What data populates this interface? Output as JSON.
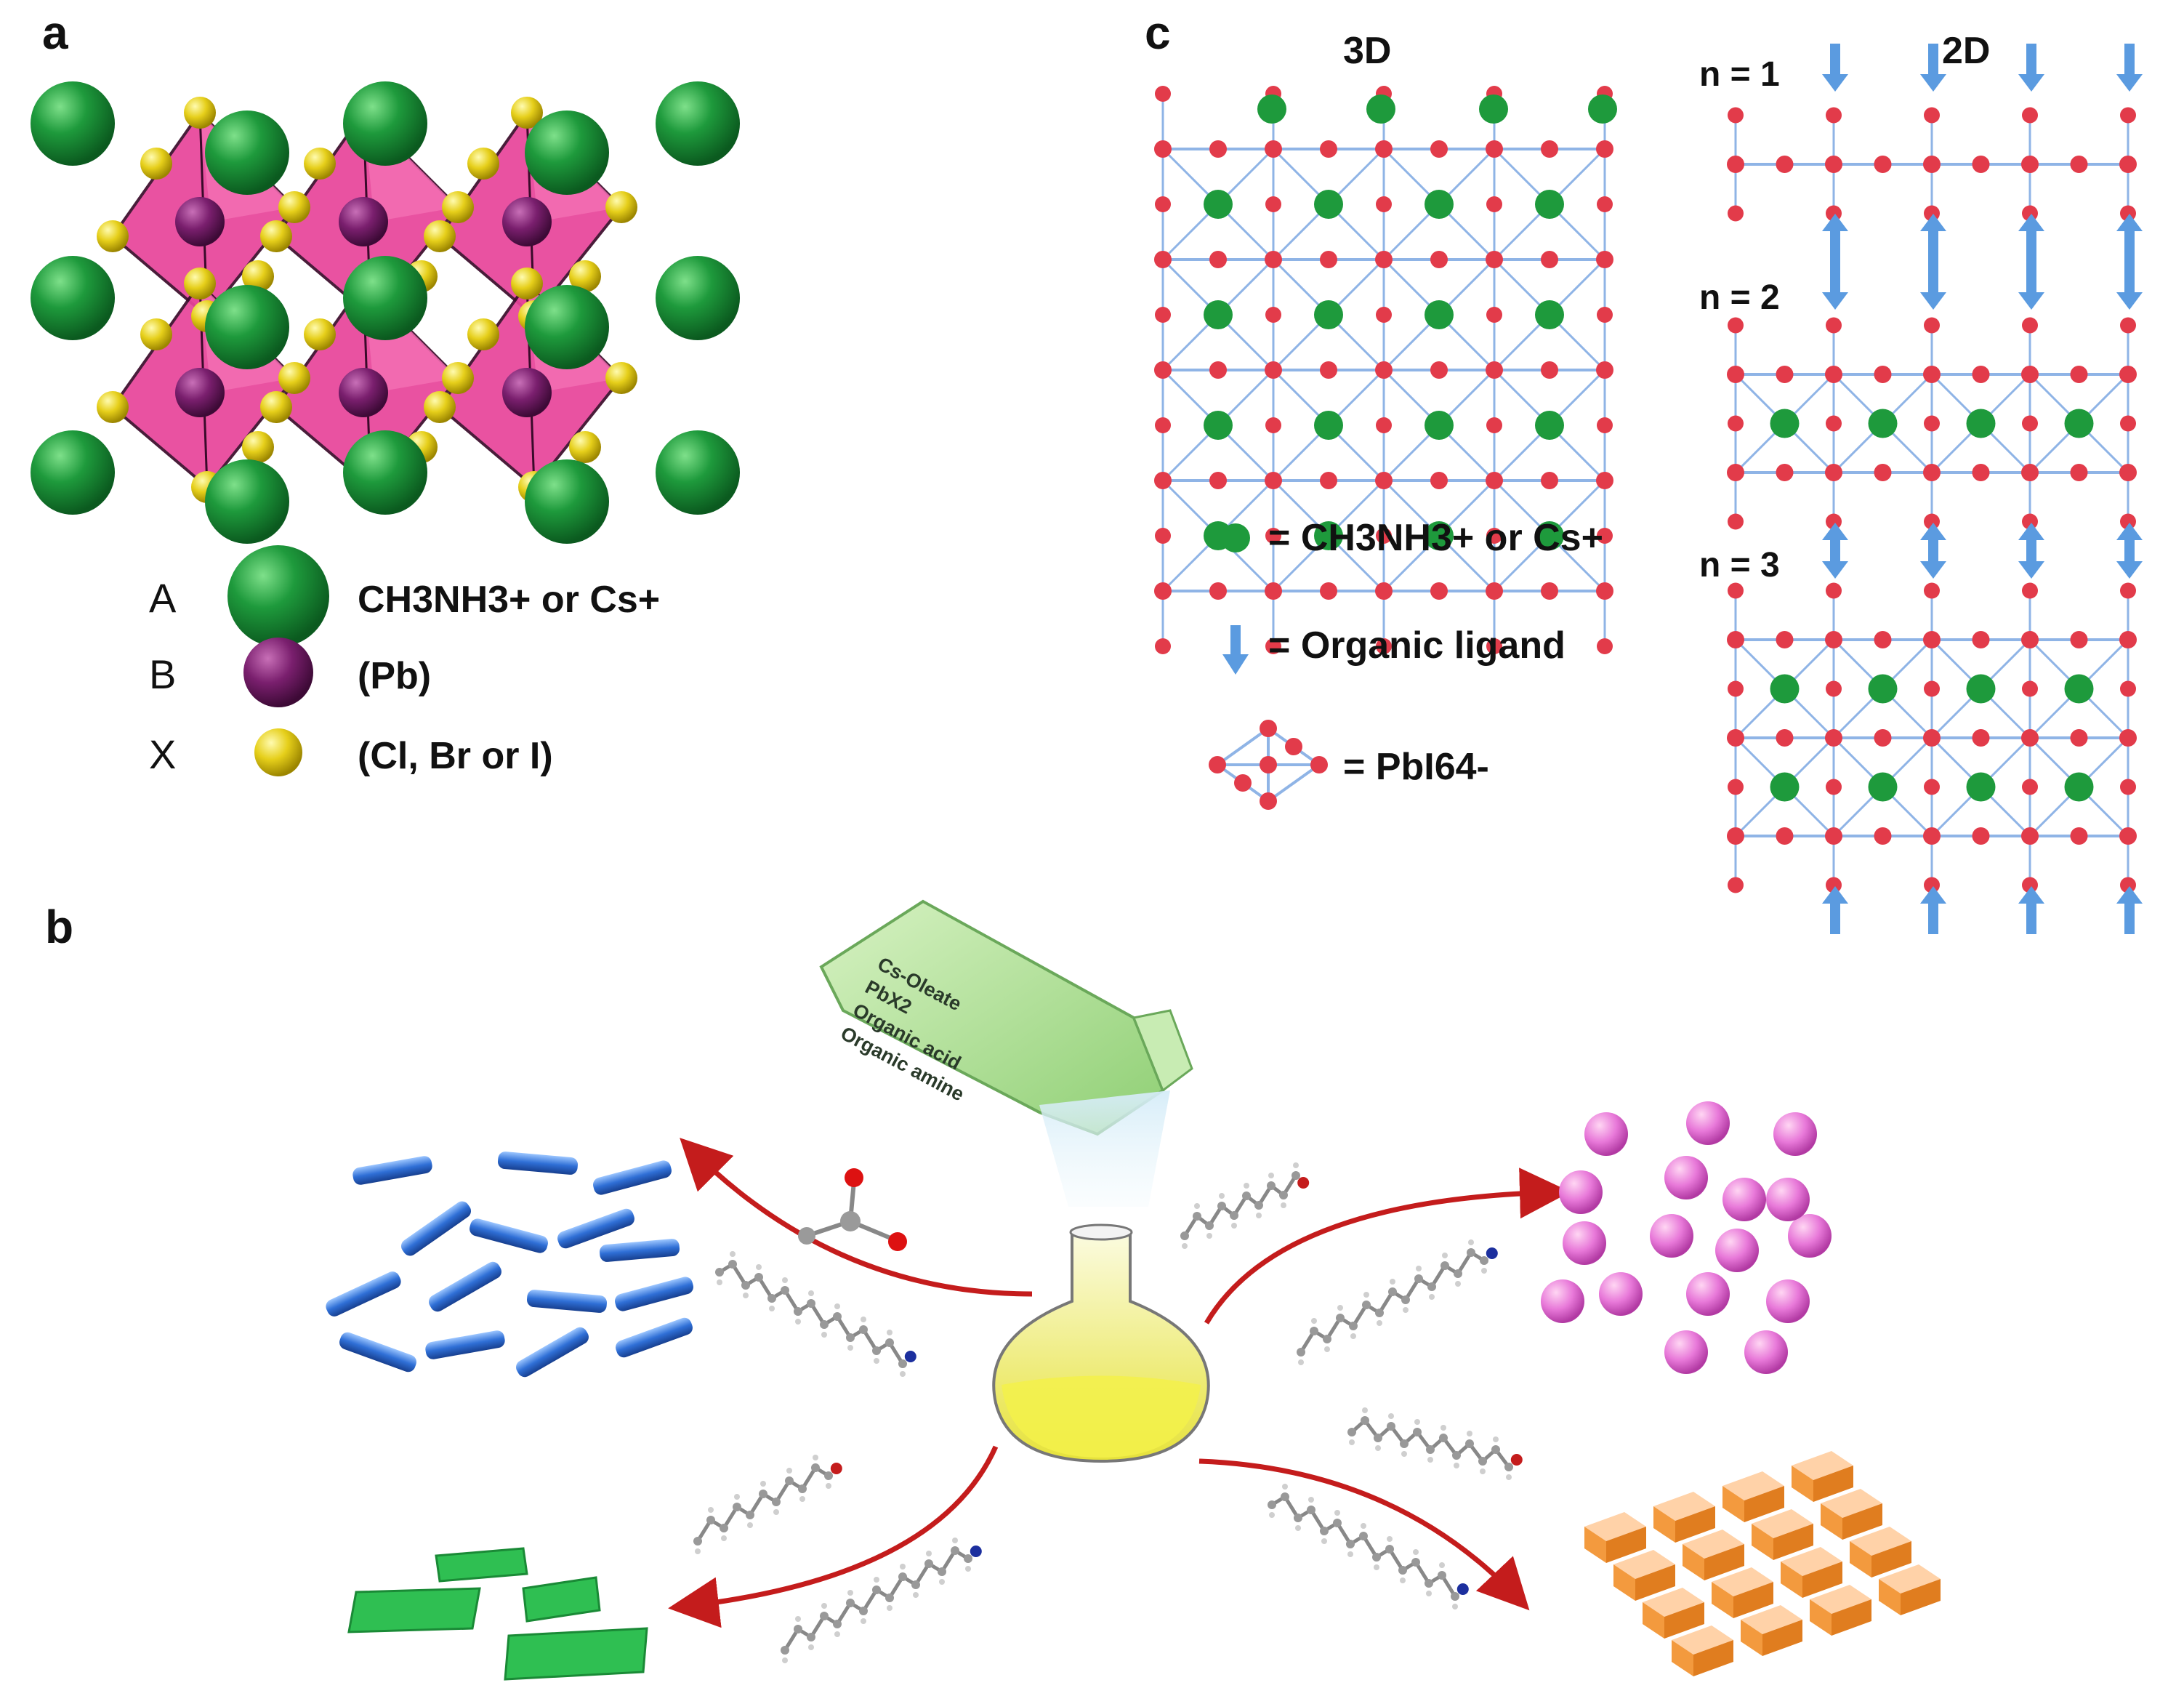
{
  "panels": {
    "a": {
      "label": "a",
      "legend": [
        {
          "letter": "A",
          "species": "CH3NH3+ or Cs+",
          "color": "#1e9a3c"
        },
        {
          "letter": "B",
          "species": "(Pb)",
          "color": "#7a1f6e"
        },
        {
          "letter": "X",
          "species": "(Cl, Br or I)",
          "color": "#e6cf1a"
        }
      ]
    },
    "b": {
      "label": "b",
      "bottle_text": [
        "Cs-Oleate",
        "PbX2",
        "Organic acid",
        "Organic amine"
      ]
    },
    "c": {
      "label": "c",
      "header_3d": "3D",
      "header_2d": "2D",
      "n_labels": [
        "n = 1",
        "n = 2",
        "n = 3"
      ],
      "legend": {
        "cation": "= CH3NH3+ or Cs+",
        "ligand": "= Organic ligand",
        "octahedron": "= PbI64-"
      }
    }
  },
  "colors": {
    "cation_green": "#1e9a3c",
    "lattice_red": "#e23b4a",
    "bond_blue": "#8fb4e6",
    "ligand_blue": "#5b9be0",
    "octahedron_pink": "#e8449a",
    "arrow_red": "#c41c1c",
    "flask_yellow": "#f3f14a"
  }
}
